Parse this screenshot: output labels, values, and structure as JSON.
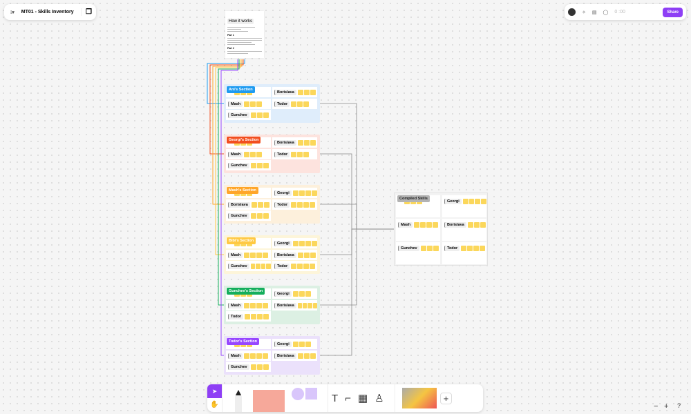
{
  "file": {
    "title": "MT01 - Skills Inventory"
  },
  "toolbar_right": {
    "share_label": "Share",
    "count": "0 :00"
  },
  "doc": {
    "title": "How it works",
    "part1": "Part 1",
    "part2": "Part 2"
  },
  "sections": [
    {
      "label": "Ani's Section",
      "color": "#1e9bf0",
      "bg": "#dfedfb",
      "cards": [
        [
          "",
          3
        ],
        [
          "Mash",
          3
        ],
        [
          "Gunchev",
          3
        ],
        [
          "Borislava",
          3
        ],
        [
          "Todor",
          3
        ]
      ]
    },
    {
      "label": "Georgi's Section",
      "color": "#f24e1e",
      "bg": "#fde3de",
      "cards": [
        [
          "",
          3
        ],
        [
          "Mash",
          3
        ],
        [
          "Gunchev",
          3
        ],
        [
          "Borislava",
          3
        ],
        [
          "Todor",
          3
        ]
      ]
    },
    {
      "label": "Mash's Section",
      "color": "#ffa629",
      "bg": "#fdf0dc",
      "cards": [
        [
          "",
          3
        ],
        [
          "Borislava",
          3
        ],
        [
          "Gunchev",
          3
        ],
        [
          "Georgi",
          4
        ],
        [
          "Todor",
          4
        ]
      ]
    },
    {
      "label": "Bibi's Section",
      "color": "#ffc943",
      "bg": "#fdf5d9",
      "cards": [
        [
          "",
          3
        ],
        [
          "Mash",
          4
        ],
        [
          "Gunchev",
          4
        ],
        [
          "Georgi",
          4
        ],
        [
          "Borislava",
          3
        ]
      ],
      "extra": [
        "Todor",
        4
      ]
    },
    {
      "label": "Gunchev's Section",
      "color": "#14ae5c",
      "bg": "#dcf0e3",
      "cards": [
        [
          "",
          3
        ],
        [
          "Mash",
          4
        ],
        [
          "Todor",
          4
        ],
        [
          "Georgi",
          3
        ],
        [
          "Borislava",
          4
        ]
      ]
    },
    {
      "label": "Todor's Section",
      "color": "#9747ff",
      "bg": "#ebe1fb",
      "cards": [
        [
          "",
          3
        ],
        [
          "Mash",
          4
        ],
        [
          "Gunchev",
          3
        ],
        [
          "Georgi",
          3
        ],
        [
          "Borislava",
          3
        ]
      ]
    }
  ],
  "compiled": {
    "label": "Compiled Skills",
    "color": "#b3b3b3",
    "cards": [
      [
        "",
        3
      ],
      [
        "Mash",
        4
      ],
      [
        "Gunchev",
        3
      ],
      [
        "Georgi",
        4
      ],
      [
        "Borislava",
        3
      ],
      [
        "Todor",
        4
      ]
    ]
  },
  "zoom": {
    "minus": "−",
    "plus": "+",
    "help": "?"
  }
}
